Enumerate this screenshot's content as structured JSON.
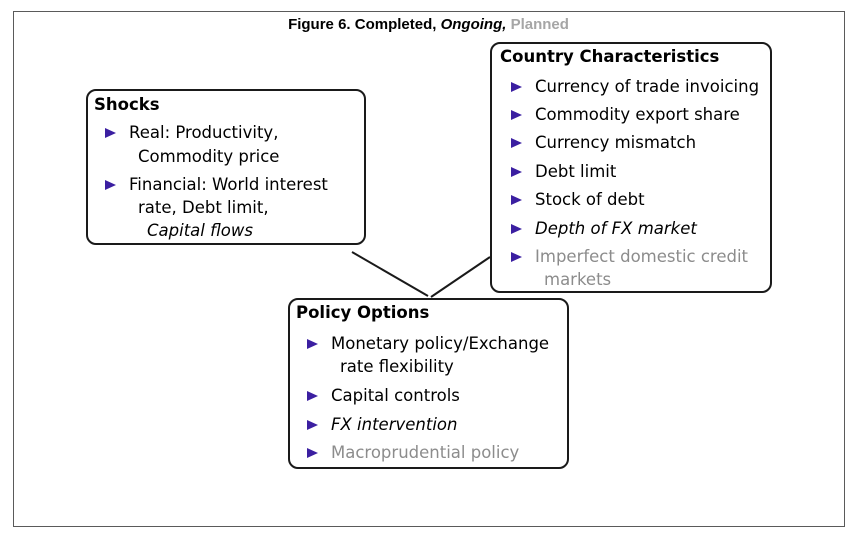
{
  "figure_title": {
    "prefix": "Figure 6. Completed, ",
    "ongoing": "Ongoing,",
    "planned": " Planned"
  },
  "colors": {
    "completed": "#000000",
    "ongoing": "#000000",
    "planned": "#8c8c8c",
    "bullet": "#3b1fa1"
  },
  "shocks": {
    "title": "Shocks",
    "items": [
      {
        "lines": [
          "Real: Productivity,",
          "Commodity price"
        ],
        "status": "completed"
      },
      {
        "lines": [
          "Financial: World interest",
          "rate, Debt limit,",
          "Capital flows"
        ],
        "status": "completed",
        "italic_line": 2
      }
    ]
  },
  "country": {
    "title": "Country Characteristics",
    "items": [
      {
        "lines": [
          "Currency of trade invoicing"
        ],
        "status": "completed"
      },
      {
        "lines": [
          "Commodity export share"
        ],
        "status": "completed"
      },
      {
        "lines": [
          "Currency mismatch"
        ],
        "status": "completed"
      },
      {
        "lines": [
          "Debt limit"
        ],
        "status": "completed"
      },
      {
        "lines": [
          "Stock of debt"
        ],
        "status": "completed"
      },
      {
        "lines": [
          "Depth of FX market"
        ],
        "status": "ongoing"
      },
      {
        "lines": [
          "Imperfect domestic credit",
          "markets"
        ],
        "status": "planned"
      }
    ]
  },
  "policy": {
    "title": "Policy Options",
    "items": [
      {
        "lines": [
          "Monetary policy/Exchange",
          "rate flexibility"
        ],
        "status": "completed"
      },
      {
        "lines": [
          "Capital controls"
        ],
        "status": "completed"
      },
      {
        "lines": [
          "FX intervention"
        ],
        "status": "ongoing"
      },
      {
        "lines": [
          "Macroprudential policy"
        ],
        "status": "planned"
      }
    ]
  }
}
